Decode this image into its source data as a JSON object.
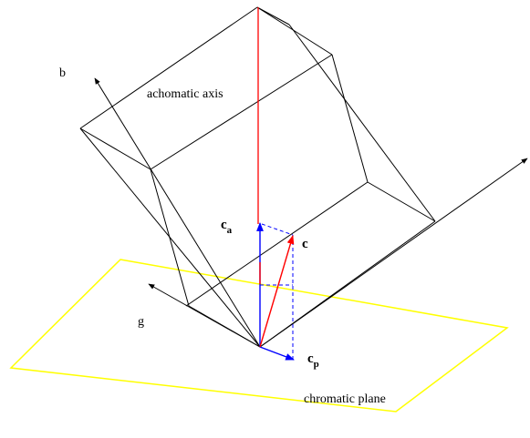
{
  "labels": {
    "axis_b": "b",
    "axis_g": "g",
    "achromatic_axis": "achomatic axis",
    "chromatic_plane": "chromatic plane",
    "vec_c": "c",
    "vec_ca_main": "c",
    "vec_ca_sub": "a",
    "vec_cp_main": "c",
    "vec_cp_sub": "p"
  },
  "colors": {
    "edges": "#000000",
    "plane": "#ffff00",
    "achromatic": "#ff0000",
    "vector_c": "#ff0000",
    "components": "#0000ff",
    "background": "#ffffff"
  }
}
